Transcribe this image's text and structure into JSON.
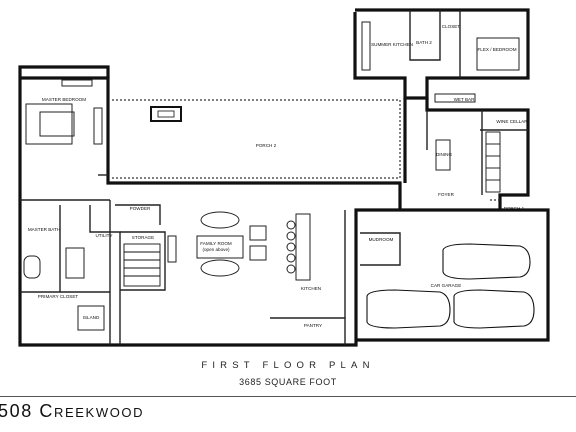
{
  "rooms": {
    "master_bedroom": "MASTER BEDROOM",
    "porch_2": "PORCH 2",
    "summer_kitchen": "SUMMER KITCHEN",
    "bath_2": "BATH 2",
    "closet": "CLOSET",
    "flex_bedroom": "FLEX / BEDROOM",
    "wet_bar": "WET BAR",
    "wine_cellar": "WINE CELLAR",
    "dining": "DINING",
    "foyer": "FOYER",
    "porch_1": "PORCH 1",
    "powder": "POWDER",
    "master_bath": "MASTER BATH",
    "utility": "UTILITY",
    "storage": "STORAGE",
    "family_room": "FAMILY ROOM",
    "family_room_note": "(open above)",
    "kitchen": "KITCHEN",
    "mudroom": "MUDROOM",
    "car_garage": "CAR GARAGE",
    "primary_closet": "PRIMARY CLOSET",
    "island": "ISLAND",
    "pantry": "PANTRY"
  },
  "plan": {
    "title": "FIRST FLOOR PLAN",
    "area": "3685 SQUARE FOOT",
    "address": "508 Creekwood"
  }
}
